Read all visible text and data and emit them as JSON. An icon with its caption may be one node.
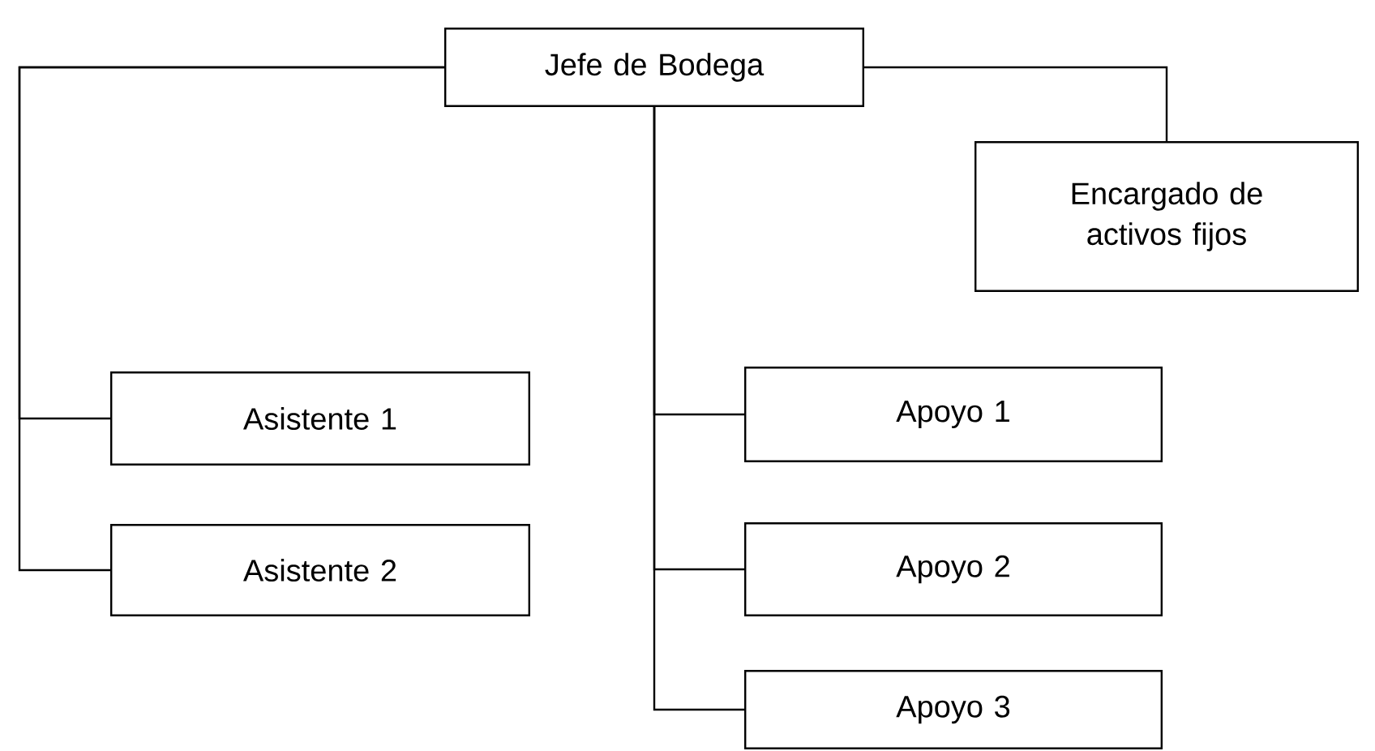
{
  "diagram": {
    "nodes": [
      {
        "text": [
          "Jefe de Bodega"
        ]
      },
      {
        "text": [
          "Encargado de activos fijos"
        ]
      },
      {
        "text": [
          "Asistente 1"
        ]
      },
      {
        "text": [
          "Asistente 2"
        ]
      },
      {
        "text": [
          "Apoyo 1"
        ]
      },
      {
        "text": [
          "Apoyo 2"
        ]
      },
      {
        "text": [
          "Apoyo 3"
        ]
      }
    ],
    "edges": [
      {
        "from": 0,
        "to": 1,
        "arrow": "none"
      },
      {
        "from": 0,
        "to": 2,
        "arrow": "none"
      },
      {
        "from": 0,
        "to": 3,
        "arrow": "none"
      },
      {
        "from": 0,
        "to": 4,
        "arrow": "none"
      },
      {
        "from": 0,
        "to": 5,
        "arrow": "none"
      },
      {
        "from": 0,
        "to": 6,
        "arrow": "none"
      }
    ]
  }
}
